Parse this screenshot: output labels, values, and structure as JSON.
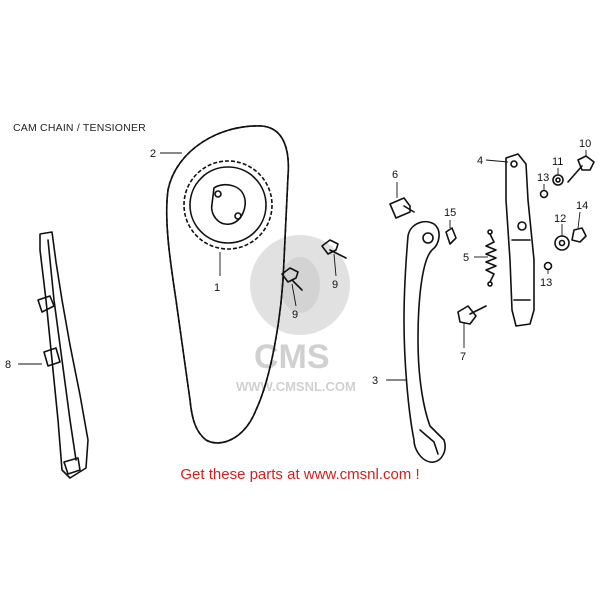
{
  "title": "CAM CHAIN / TENSIONER",
  "footer": "Get these parts at www.cmsnl.com !",
  "colors": {
    "footer_text": "#d61f1f",
    "line_art": "#111111",
    "watermark": "#c9c9c9"
  },
  "watermark": {
    "logo": "CMS",
    "url": "WWW.CMSNL.COM"
  },
  "callouts": [
    "1",
    "2",
    "3",
    "4",
    "5",
    "6",
    "7",
    "8",
    "9",
    "9",
    "10",
    "11",
    "12",
    "13",
    "13",
    "14",
    "15"
  ]
}
